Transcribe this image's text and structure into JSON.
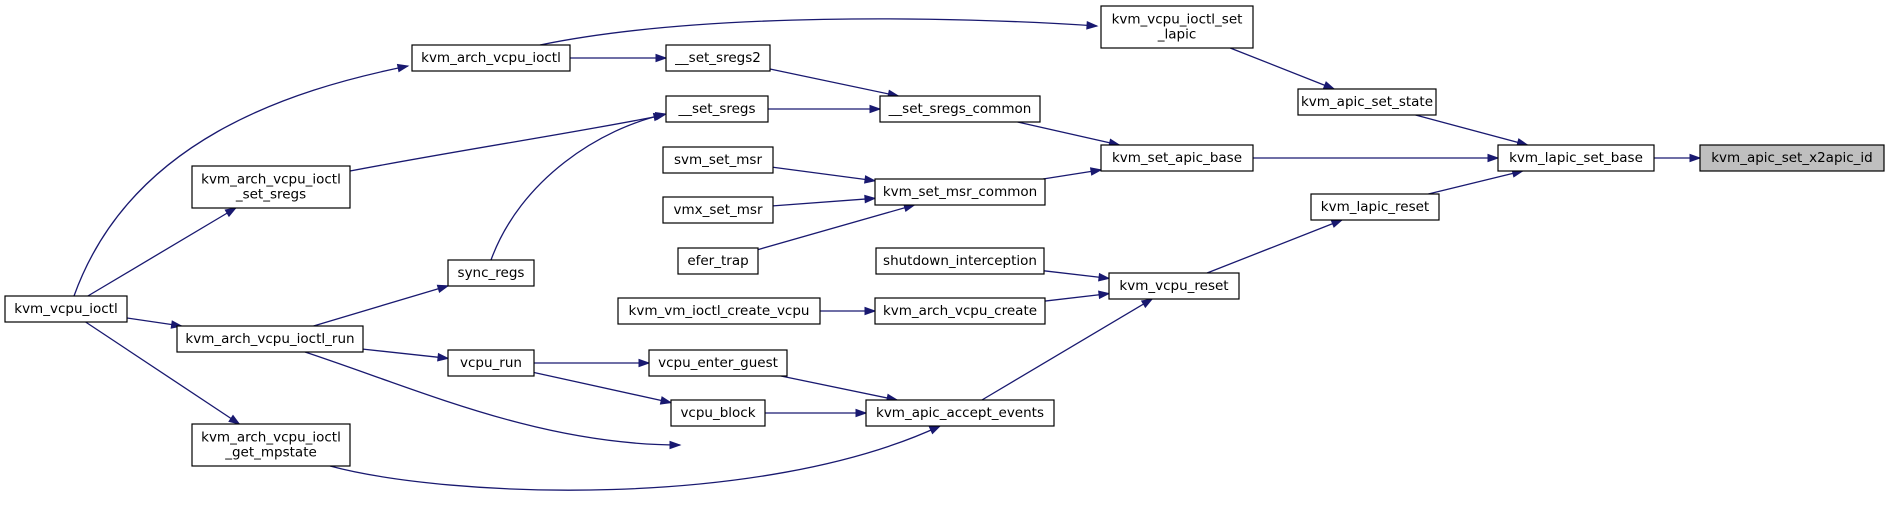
{
  "colors": {
    "edge": "#191970",
    "node_fill": "#ffffff",
    "current_fill": "#bfbfbf",
    "node_border": "#000000"
  },
  "nodes": [
    {
      "id": "kvm_apic_set_x2apic_id",
      "lines": [
        "kvm_apic_set_x2apic_id"
      ],
      "current": true
    },
    {
      "id": "kvm_lapic_set_base",
      "lines": [
        "kvm_lapic_set_base"
      ]
    },
    {
      "id": "kvm_apic_set_state",
      "lines": [
        "kvm_apic_set_state"
      ]
    },
    {
      "id": "kvm_set_apic_base",
      "lines": [
        "kvm_set_apic_base"
      ]
    },
    {
      "id": "kvm_lapic_reset",
      "lines": [
        "kvm_lapic_reset"
      ]
    },
    {
      "id": "kvm_vcpu_ioctl_set_lapic",
      "lines": [
        "kvm_vcpu_ioctl_set",
        "_lapic"
      ]
    },
    {
      "id": "__set_sregs_common",
      "lines": [
        "__set_sregs_common"
      ]
    },
    {
      "id": "kvm_set_msr_common",
      "lines": [
        "kvm_set_msr_common"
      ]
    },
    {
      "id": "kvm_vcpu_reset",
      "lines": [
        "kvm_vcpu_reset"
      ]
    },
    {
      "id": "shutdown_interception",
      "lines": [
        "shutdown_interception"
      ]
    },
    {
      "id": "kvm_arch_vcpu_create",
      "lines": [
        "kvm_arch_vcpu_create"
      ]
    },
    {
      "id": "kvm_vm_ioctl_create_vcpu",
      "lines": [
        "kvm_vm_ioctl_create_vcpu"
      ]
    },
    {
      "id": "kvm_apic_accept_events",
      "lines": [
        "kvm_apic_accept_events"
      ]
    },
    {
      "id": "kvm_arch_vcpu_ioctl",
      "lines": [
        "kvm_arch_vcpu_ioctl"
      ]
    },
    {
      "id": "__set_sregs2",
      "lines": [
        "__set_sregs2"
      ]
    },
    {
      "id": "__set_sregs",
      "lines": [
        "__set_sregs"
      ]
    },
    {
      "id": "svm_set_msr",
      "lines": [
        "svm_set_msr"
      ]
    },
    {
      "id": "vmx_set_msr",
      "lines": [
        "vmx_set_msr"
      ]
    },
    {
      "id": "efer_trap",
      "lines": [
        "efer_trap"
      ]
    },
    {
      "id": "kvm_arch_vcpu_ioctl_set_sregs",
      "lines": [
        "kvm_arch_vcpu_ioctl",
        "_set_sregs"
      ]
    },
    {
      "id": "sync_regs",
      "lines": [
        "sync_regs"
      ]
    },
    {
      "id": "kvm_vcpu_ioctl",
      "lines": [
        "kvm_vcpu_ioctl"
      ]
    },
    {
      "id": "kvm_arch_vcpu_ioctl_run",
      "lines": [
        "kvm_arch_vcpu_ioctl_run"
      ]
    },
    {
      "id": "vcpu_run",
      "lines": [
        "vcpu_run"
      ]
    },
    {
      "id": "vcpu_enter_guest",
      "lines": [
        "vcpu_enter_guest"
      ]
    },
    {
      "id": "vcpu_block",
      "lines": [
        "vcpu_block"
      ]
    },
    {
      "id": "kvm_arch_vcpu_ioctl_get_mpstate",
      "lines": [
        "kvm_arch_vcpu_ioctl",
        "_get_mpstate"
      ]
    }
  ],
  "edges": [
    {
      "from": "kvm_lapic_set_base",
      "to": "kvm_apic_set_x2apic_id"
    },
    {
      "from": "kvm_apic_set_state",
      "to": "kvm_lapic_set_base"
    },
    {
      "from": "kvm_set_apic_base",
      "to": "kvm_lapic_set_base"
    },
    {
      "from": "kvm_lapic_reset",
      "to": "kvm_lapic_set_base"
    },
    {
      "from": "kvm_vcpu_ioctl_set_lapic",
      "to": "kvm_apic_set_state"
    },
    {
      "from": "__set_sregs_common",
      "to": "kvm_set_apic_base"
    },
    {
      "from": "kvm_set_msr_common",
      "to": "kvm_set_apic_base"
    },
    {
      "from": "kvm_vcpu_reset",
      "to": "kvm_lapic_reset"
    },
    {
      "from": "shutdown_interception",
      "to": "kvm_vcpu_reset"
    },
    {
      "from": "kvm_arch_vcpu_create",
      "to": "kvm_vcpu_reset"
    },
    {
      "from": "kvm_apic_accept_events",
      "to": "kvm_vcpu_reset"
    },
    {
      "from": "kvm_vm_ioctl_create_vcpu",
      "to": "kvm_arch_vcpu_create"
    },
    {
      "from": "kvm_arch_vcpu_ioctl",
      "to": "kvm_vcpu_ioctl_set_lapic"
    },
    {
      "from": "kvm_arch_vcpu_ioctl",
      "to": "__set_sregs2"
    },
    {
      "from": "__set_sregs2",
      "to": "__set_sregs_common"
    },
    {
      "from": "__set_sregs",
      "to": "__set_sregs_common"
    },
    {
      "from": "svm_set_msr",
      "to": "kvm_set_msr_common"
    },
    {
      "from": "vmx_set_msr",
      "to": "kvm_set_msr_common"
    },
    {
      "from": "efer_trap",
      "to": "kvm_set_msr_common"
    },
    {
      "from": "kvm_arch_vcpu_ioctl_set_sregs",
      "to": "__set_sregs"
    },
    {
      "from": "sync_regs",
      "to": "__set_sregs"
    },
    {
      "from": "kvm_vcpu_ioctl",
      "to": "kvm_arch_vcpu_ioctl"
    },
    {
      "from": "kvm_vcpu_ioctl",
      "to": "kvm_arch_vcpu_ioctl_set_sregs"
    },
    {
      "from": "kvm_vcpu_ioctl",
      "to": "kvm_arch_vcpu_ioctl_run"
    },
    {
      "from": "kvm_vcpu_ioctl",
      "to": "kvm_arch_vcpu_ioctl_get_mpstate"
    },
    {
      "from": "kvm_arch_vcpu_ioctl_run",
      "to": "sync_regs"
    },
    {
      "from": "kvm_arch_vcpu_ioctl_run",
      "to": "vcpu_run"
    },
    {
      "from": "kvm_arch_vcpu_ioctl_run",
      "to": "kvm_apic_accept_events"
    },
    {
      "from": "vcpu_run",
      "to": "vcpu_enter_guest"
    },
    {
      "from": "vcpu_run",
      "to": "vcpu_block"
    },
    {
      "from": "vcpu_enter_guest",
      "to": "kvm_apic_accept_events"
    },
    {
      "from": "vcpu_block",
      "to": "kvm_apic_accept_events"
    },
    {
      "from": "kvm_arch_vcpu_ioctl_get_mpstate",
      "to": "kvm_apic_accept_events"
    }
  ]
}
